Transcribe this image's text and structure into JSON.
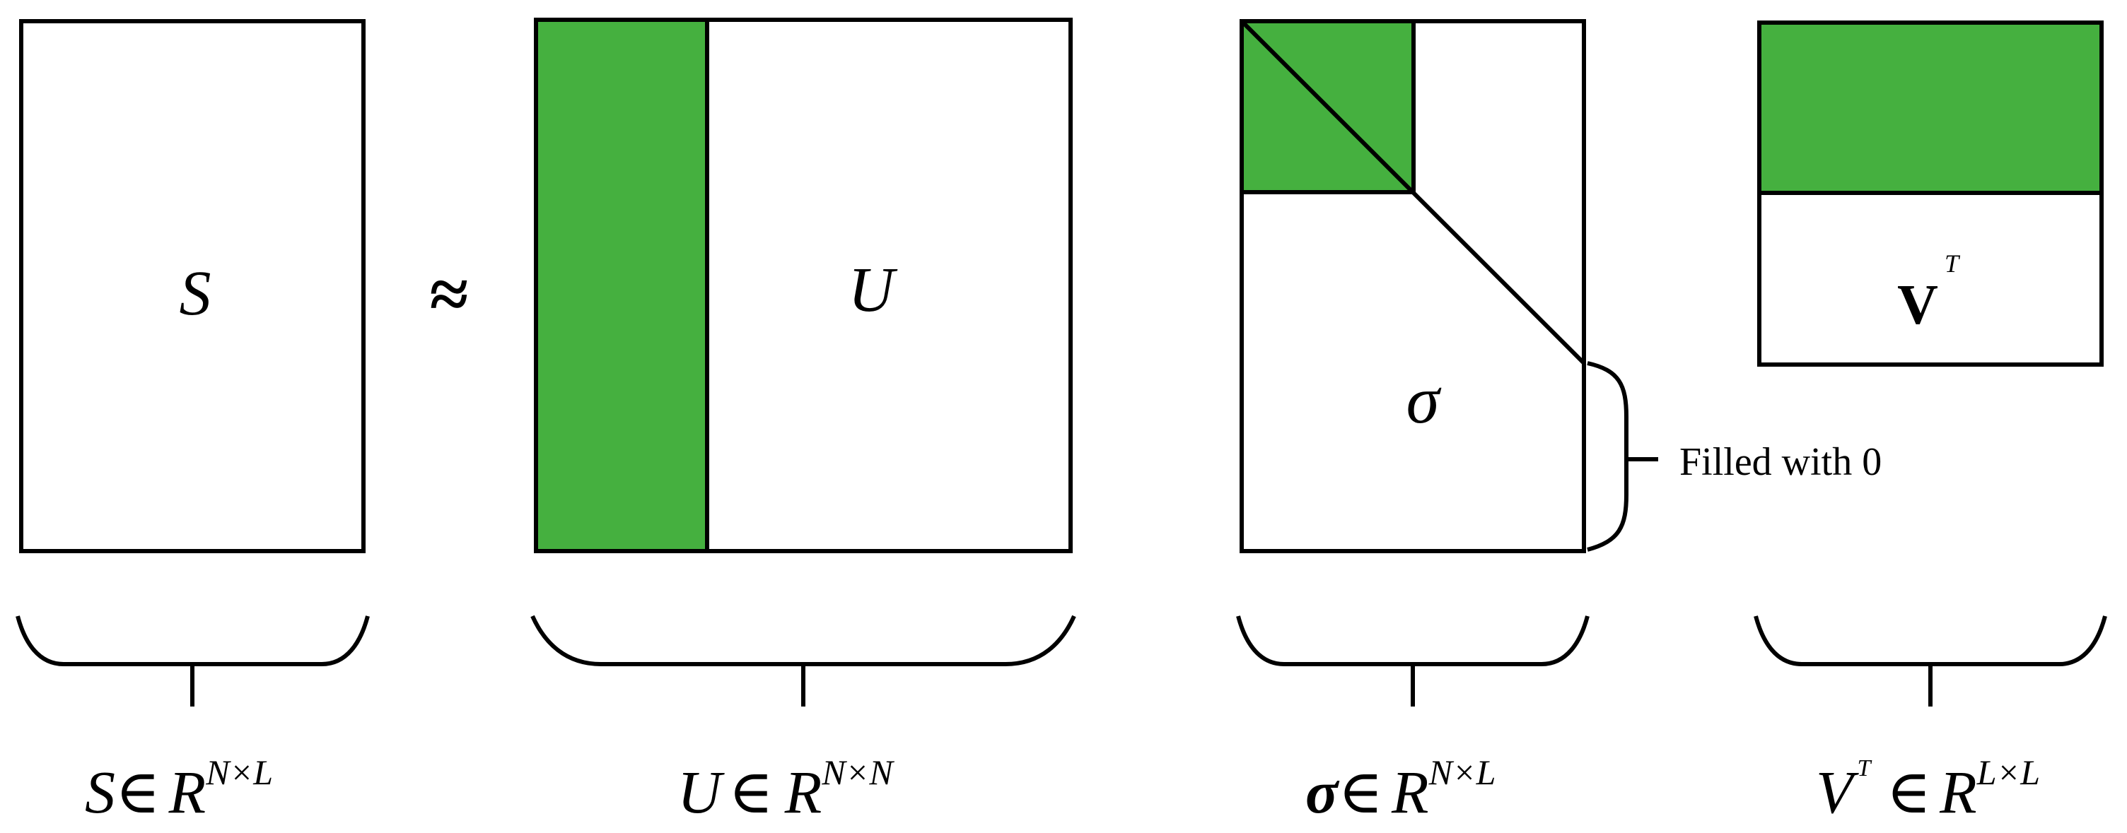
{
  "colors": {
    "highlight": "#45b03f",
    "stroke": "#000000",
    "background": "#ffffff"
  },
  "equation": {
    "approx_symbol": "≈"
  },
  "matrices": {
    "S": {
      "symbol": "S",
      "dim_label": {
        "symbol": "S",
        "member": "∈",
        "set": "R",
        "sup": "N×L"
      }
    },
    "U": {
      "symbol": "U",
      "dim_label": {
        "symbol": "U",
        "member": "∈",
        "set": "R",
        "sup": "N×N"
      }
    },
    "sigma": {
      "symbol": "σ",
      "dim_label": {
        "symbol": "σ",
        "member": "∈",
        "set": "R",
        "sup": "N×L"
      },
      "annotation": "Filled with 0"
    },
    "VT": {
      "symbol": "V",
      "symbol_sup": "T",
      "dim_label": {
        "symbol": "V",
        "symbol_sup": "T",
        "member": "∈",
        "set": "R",
        "sup": "L×L"
      }
    }
  }
}
